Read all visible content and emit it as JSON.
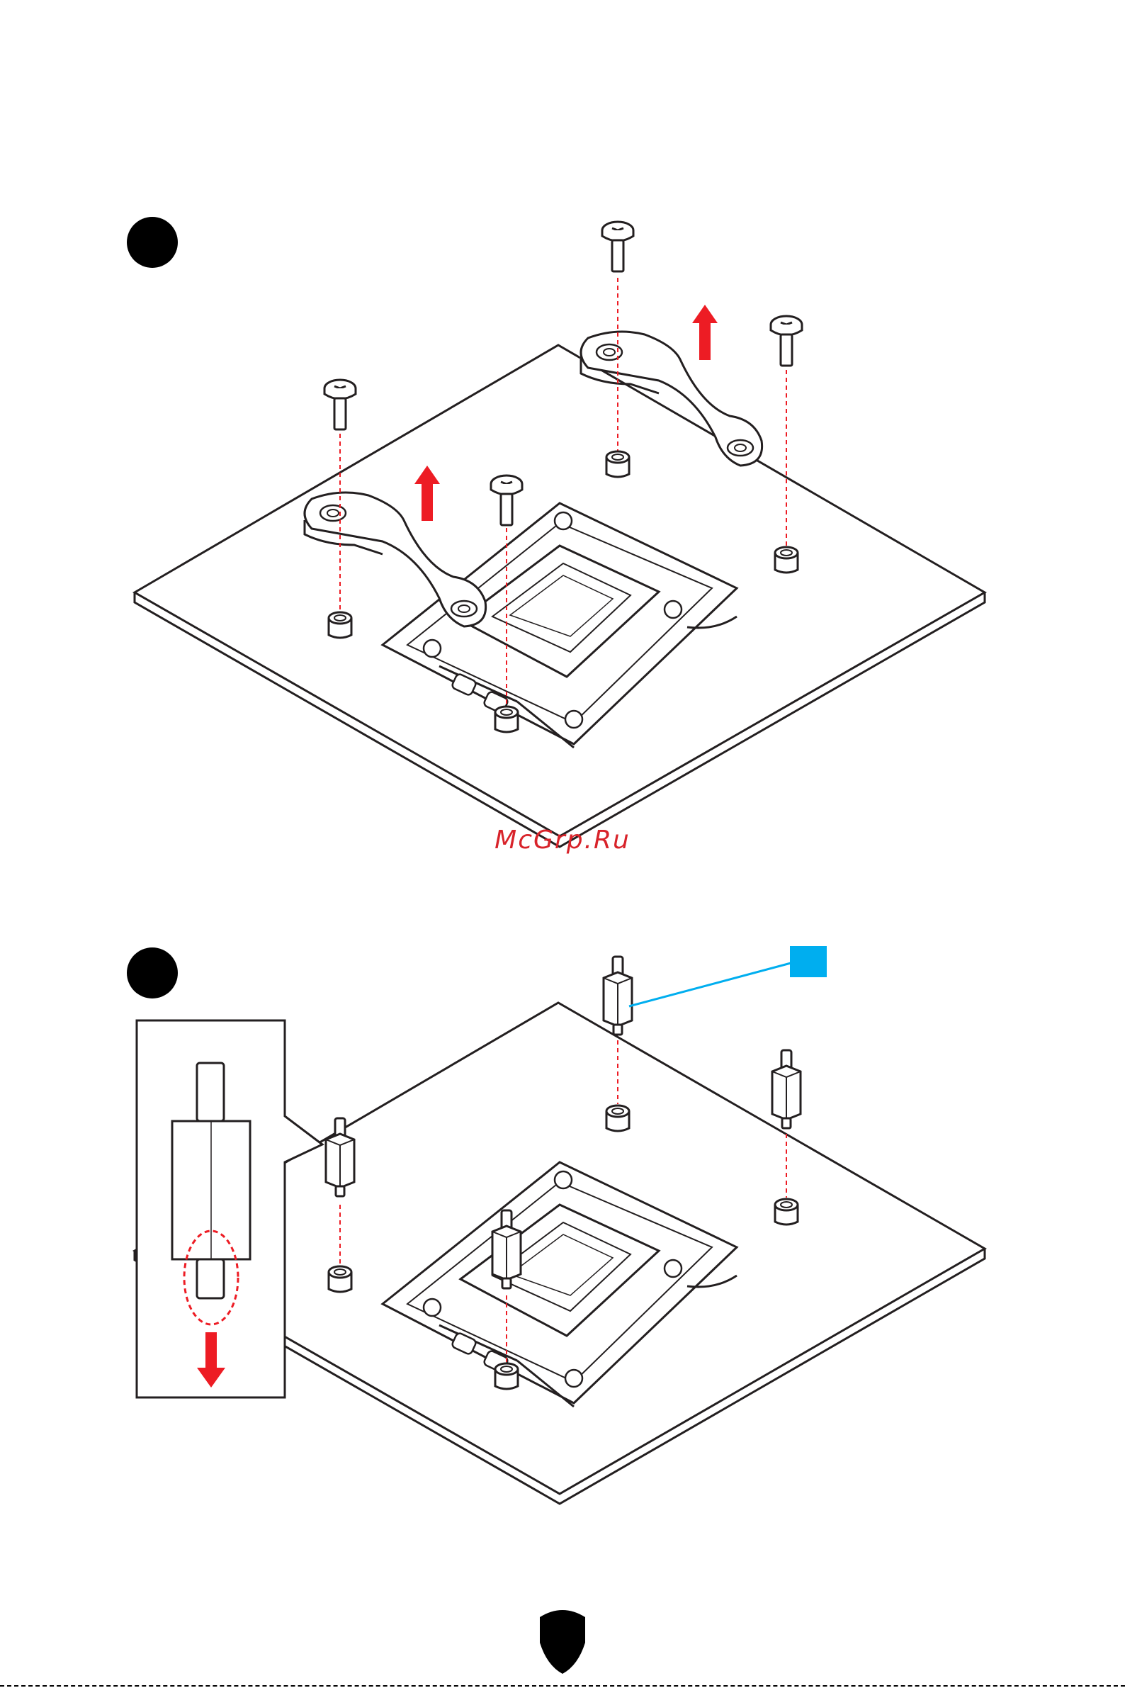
{
  "watermark": {
    "text": "McGrp.Ru",
    "color": "#d8232a"
  },
  "colors": {
    "line": "#231f20",
    "accent_red": "#ed1c24",
    "callout_blue": "#00aeef",
    "badge": "#000000"
  },
  "steps": [
    {
      "name": "step-1",
      "icon": "black-circle-step-marker"
    },
    {
      "name": "step-2",
      "icon": "black-circle-step-marker"
    }
  ],
  "icons": [
    "screw-icon",
    "retention-bracket-icon",
    "lift-arrow-icon",
    "standoff-icon",
    "backplate-nut-icon",
    "cpu-socket-icon",
    "shield-logo-icon"
  ]
}
